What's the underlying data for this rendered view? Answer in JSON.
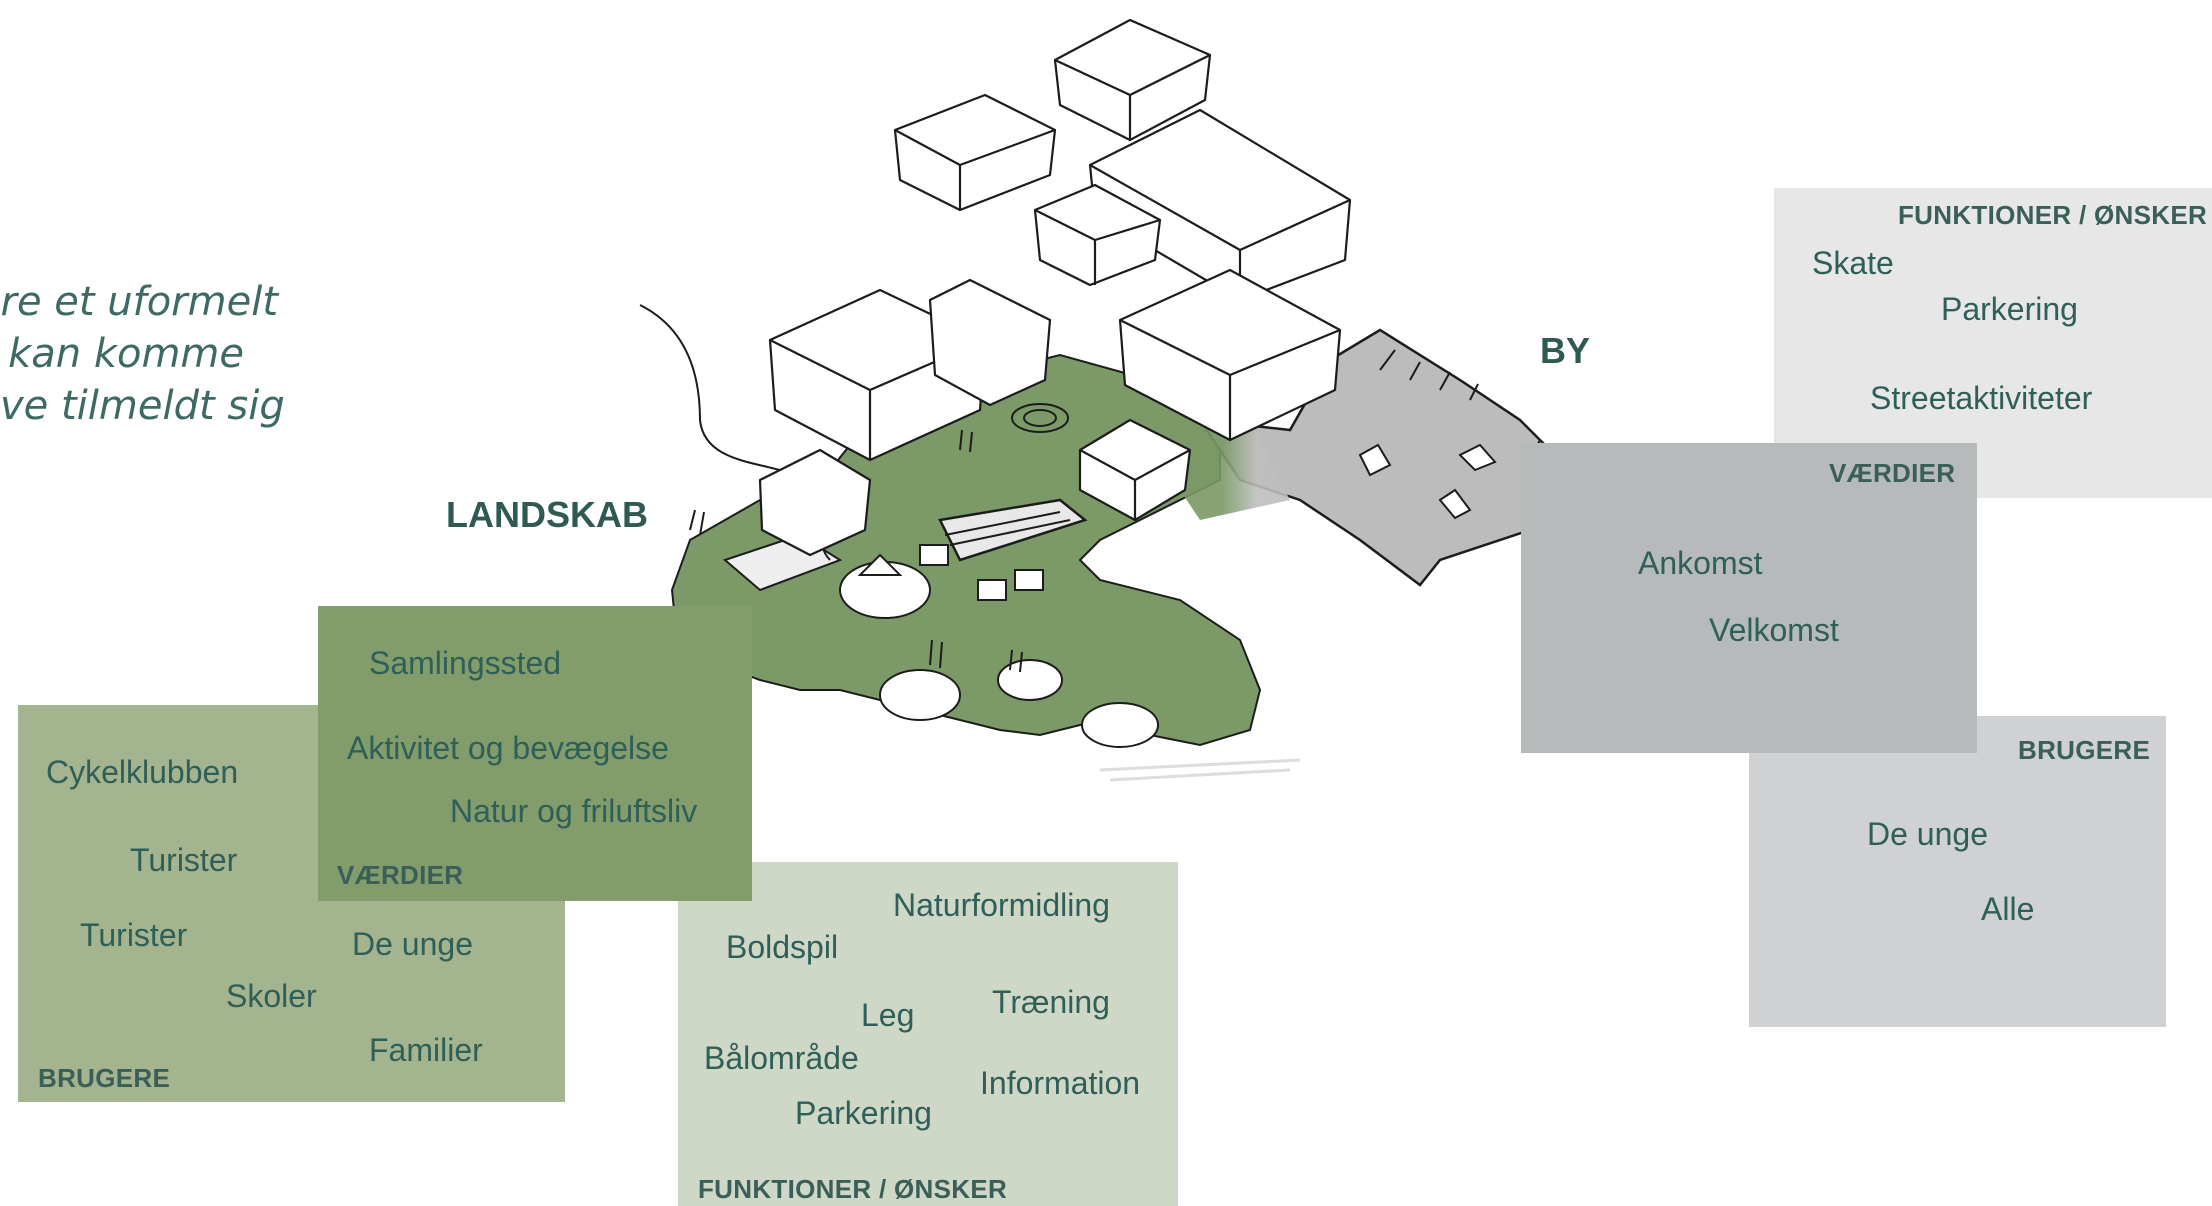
{
  "quote": {
    "line1": "re et uformelt",
    "line2": "kan komme",
    "line3": "ve tilmeldt sig"
  },
  "landskab": {
    "title": "LANDSKAB",
    "brugere": {
      "heading": "BRUGERE",
      "items": [
        "Cykelklubben",
        "Turister",
        "Turister",
        "Skoler",
        "De unge",
        "Familier"
      ]
    },
    "vaerdier": {
      "heading": "VÆRDIER",
      "items": [
        "Samlingssted",
        "Aktivitet og bevægelse",
        "Natur og friluftsliv"
      ]
    },
    "funktioner": {
      "heading": "FUNKTIONER / ØNSKER",
      "items": [
        "Naturformidling",
        "Boldspil",
        "Leg",
        "Træning",
        "Bålområde",
        "Information",
        "Parkering"
      ]
    }
  },
  "by": {
    "title": "BY",
    "funktioner": {
      "heading": "FUNKTIONER / ØNSKER",
      "items": [
        "Skate",
        "Parkering",
        "Streetaktiviteter"
      ]
    },
    "vaerdier": {
      "heading": "VÆRDIER",
      "items": [
        "Ankomst",
        "Velkomst"
      ]
    },
    "brugere": {
      "heading": "BRUGERE",
      "items": [
        "De unge",
        "Alle"
      ]
    }
  },
  "colors": {
    "green_dark": "#839c6c",
    "green_mid": "#a3b48e",
    "green_light": "#cfd8c7",
    "grey_dark": "#b7babb",
    "grey_mid": "#cfd1d2",
    "grey_light": "#e6e7e6",
    "sketch_green": "#7a9966",
    "text_teal": "#2f5a52"
  }
}
